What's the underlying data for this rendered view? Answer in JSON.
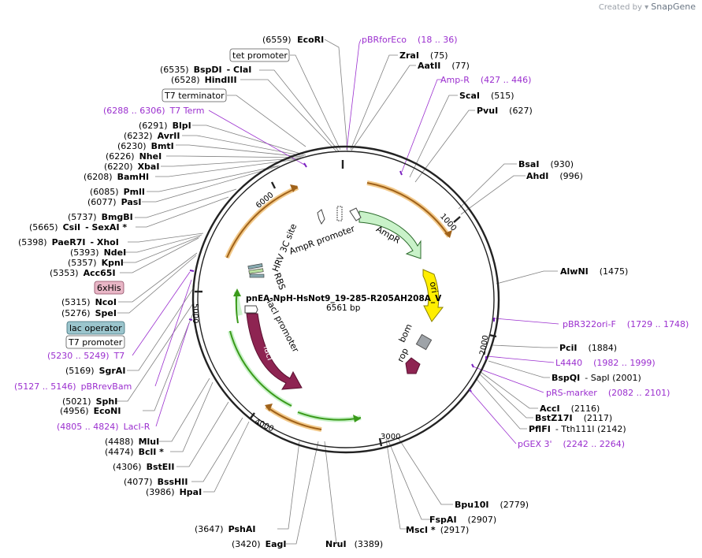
{
  "branding": {
    "created_by": "Created by",
    "brand": "SnapGene"
  },
  "plasmid": {
    "name": "pnEA-NpH-HsNot9_19-285-R205AH208A_V",
    "length": "6561 bp"
  },
  "ticks": [
    "1000",
    "2000",
    "3000",
    "4000",
    "5000",
    "6000"
  ],
  "features": [
    {
      "label": "AmpR promoter"
    },
    {
      "label": "AmpR"
    },
    {
      "label": "ori"
    },
    {
      "label": "bom"
    },
    {
      "label": "rop"
    },
    {
      "label": "lacI"
    },
    {
      "label": "lacI promoter"
    },
    {
      "label": "RBS"
    },
    {
      "label": "HRV 3C site"
    }
  ],
  "sites": [
    {
      "pos": "(6559)",
      "name": "EcoRI",
      "suffix": ""
    },
    {
      "pos": "",
      "name": "tet promoter",
      "suffix": ""
    },
    {
      "pos": "(6535)",
      "name": "BspDI",
      "suffix": "- ClaI"
    },
    {
      "pos": "(6528)",
      "name": "HindIII",
      "suffix": ""
    },
    {
      "pos": "",
      "name": "T7 terminator",
      "suffix": ""
    },
    {
      "pos": "(6288 .. 6306)",
      "name": "T7 Term",
      "suffix": ""
    },
    {
      "pos": "(6291)",
      "name": "BlpI",
      "suffix": ""
    },
    {
      "pos": "(6232)",
      "name": "AvrII",
      "suffix": ""
    },
    {
      "pos": "(6230)",
      "name": "BmtI",
      "suffix": ""
    },
    {
      "pos": "(6226)",
      "name": "NheI",
      "suffix": ""
    },
    {
      "pos": "(6220)",
      "name": "XbaI",
      "suffix": ""
    },
    {
      "pos": "(6208)",
      "name": "BamHI",
      "suffix": ""
    },
    {
      "pos": "(6085)",
      "name": "PmlI",
      "suffix": ""
    },
    {
      "pos": "(6077)",
      "name": "PasI",
      "suffix": ""
    },
    {
      "pos": "(5737)",
      "name": "BmgBI",
      "suffix": ""
    },
    {
      "pos": "(5665)",
      "name": "CsiI",
      "suffix": "- SexAI *"
    },
    {
      "pos": "(5398)",
      "name": "PaeR7I",
      "suffix": "- XhoI"
    },
    {
      "pos": "(5393)",
      "name": "NdeI",
      "suffix": ""
    },
    {
      "pos": "(5357)",
      "name": "KpnI",
      "suffix": ""
    },
    {
      "pos": "(5353)",
      "name": "Acc65I",
      "suffix": ""
    },
    {
      "pos": "",
      "name": "6xHis",
      "suffix": ""
    },
    {
      "pos": "(5315)",
      "name": "NcoI",
      "suffix": ""
    },
    {
      "pos": "(5276)",
      "name": "SpeI",
      "suffix": ""
    },
    {
      "pos": "",
      "name": "lac operator",
      "suffix": ""
    },
    {
      "pos": "",
      "name": "T7 promoter",
      "suffix": ""
    },
    {
      "pos": "(5230 .. 5249)",
      "name": "T7",
      "suffix": ""
    },
    {
      "pos": "(5169)",
      "name": "SgrAI",
      "suffix": ""
    },
    {
      "pos": "(5127 .. 5146)",
      "name": "pBRrevBam",
      "suffix": ""
    },
    {
      "pos": "(5021)",
      "name": "SphI",
      "suffix": ""
    },
    {
      "pos": "(4956)",
      "name": "EcoNI",
      "suffix": ""
    },
    {
      "pos": "(4805 .. 4824)",
      "name": "LacI-R",
      "suffix": ""
    },
    {
      "pos": "(4488)",
      "name": "MluI",
      "suffix": ""
    },
    {
      "pos": "(4474)",
      "name": "BclI *",
      "suffix": ""
    },
    {
      "pos": "(4306)",
      "name": "BstEII",
      "suffix": ""
    },
    {
      "pos": "(4077)",
      "name": "BssHII",
      "suffix": ""
    },
    {
      "pos": "(3986)",
      "name": "HpaI",
      "suffix": ""
    },
    {
      "pos": "(3647)",
      "name": "PshAI",
      "suffix": ""
    },
    {
      "pos": "(3420)",
      "name": "EagI",
      "suffix": ""
    },
    {
      "pos": "",
      "name": "NruI",
      "suffix": "(3389)"
    },
    {
      "pos": "",
      "name": "pBRforEco",
      "suffix": "(18 .. 36)"
    },
    {
      "pos": "",
      "name": "ZraI",
      "suffix": "(75)"
    },
    {
      "pos": "",
      "name": "AatII",
      "suffix": "(77)"
    },
    {
      "pos": "",
      "name": "Amp-R",
      "suffix": "(427 .. 446)"
    },
    {
      "pos": "",
      "name": "ScaI",
      "suffix": "(515)"
    },
    {
      "pos": "",
      "name": "PvuI",
      "suffix": "(627)"
    },
    {
      "pos": "",
      "name": "BsaI",
      "suffix": "(930)"
    },
    {
      "pos": "",
      "name": "AhdI",
      "suffix": "(996)"
    },
    {
      "pos": "",
      "name": "AlwNI",
      "suffix": "(1475)"
    },
    {
      "pos": "",
      "name": "pBR322ori-F",
      "suffix": "(1729 .. 1748)"
    },
    {
      "pos": "",
      "name": "PciI",
      "suffix": "(1884)"
    },
    {
      "pos": "",
      "name": "L4440",
      "suffix": "(1982 .. 1999)"
    },
    {
      "pos": "",
      "name": "BspQI",
      "suffix": "- SapI   (2001)"
    },
    {
      "pos": "",
      "name": "pRS-marker",
      "suffix": "(2082 .. 2101)"
    },
    {
      "pos": "",
      "name": "AccI",
      "suffix": "(2116)"
    },
    {
      "pos": "",
      "name": "BstZ17I",
      "suffix": "(2117)"
    },
    {
      "pos": "",
      "name": "PflFI",
      "suffix": "- Tth111I   (2142)"
    },
    {
      "pos": "",
      "name": "pGEX 3'",
      "suffix": "(2242 .. 2264)"
    },
    {
      "pos": "",
      "name": "Bpu10I",
      "suffix": "(2779)"
    },
    {
      "pos": "",
      "name": "FspAI",
      "suffix": "(2907)"
    },
    {
      "pos": "",
      "name": "MscI *",
      "suffix": "(2917)"
    }
  ],
  "colors": {
    "enzyme": "#000000",
    "primer": "#9b2fcf",
    "backbone": "#222222",
    "ampr": "#c9f2c9",
    "ori": "#ffee00",
    "lacI": "#8e2452",
    "orange": "#f2a73b",
    "green": "#3a9a1a"
  }
}
